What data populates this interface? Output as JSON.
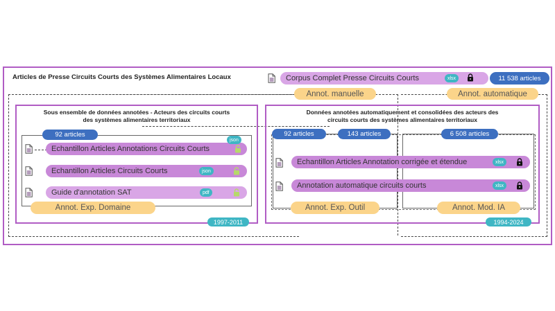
{
  "title": "Articles de Presse Circuits Courts des Systèmes Alimentaires Locaux",
  "corpus": {
    "label": "Corpus Complet Presse Circuits Courts",
    "format": "xlsx",
    "count": "11 538 articles"
  },
  "annot_top": {
    "manual": "Annot. manuelle",
    "auto": "Annot. automatique"
  },
  "left": {
    "title_line1": "Sous ensemble de données annotées - Acteurs des circuits courts",
    "title_line2": "des systèmes alimentaires territoriaux",
    "count": "92 articles",
    "items": [
      {
        "label": "Echantillon Articles Annotations Circuits Courts",
        "format": "json"
      },
      {
        "label": "Echantillon Articles Circuits Courts",
        "format": "json"
      },
      {
        "label": "Guide d'annotation SAT",
        "format": "pdf"
      }
    ],
    "annot": "Annot. Exp. Domaine",
    "years": "1997-2011"
  },
  "right": {
    "title_line1": "Données annotées automatiquement et consolidées des acteurs des",
    "title_line2": "circuits courts des systèmes alimentaires territoriaux",
    "count_a": "92 articles",
    "count_b": "143 articles",
    "count_c": "6 508 articles",
    "items": [
      {
        "label": "Echantillon Articles Annotation corrigée et étendue",
        "format": "xlsx"
      },
      {
        "label": "Annotation automatique circuits courts",
        "format": "xlsx"
      }
    ],
    "annot_tool": "Annot. Exp. Outil",
    "annot_ia": "Annot. Mod. IA",
    "years": "1994-2024"
  },
  "colors": {
    "frame": "#b05cc4",
    "pill": "#d9a6e6",
    "blue": "#3d6fc0",
    "orange": "#fbd48a",
    "teal": "#3fb6c4",
    "lock_closed": "#111111",
    "lock_open": "#b6d96a"
  },
  "icons": [
    "document-icon",
    "lock-icon",
    "open-lock-icon"
  ]
}
